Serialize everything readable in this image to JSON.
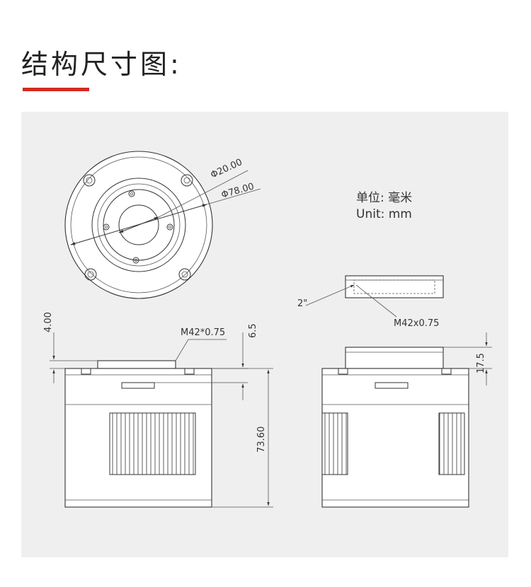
{
  "title": "结构尺寸图:",
  "colors": {
    "accent": "#d42a22",
    "panel": "#efefef",
    "line": "#333333"
  },
  "unit": {
    "cn": "单位: 毫米",
    "en": "Unit: mm"
  },
  "dimensions": {
    "inner_diameter": "Φ20.00",
    "outer_diameter": "Φ78.00",
    "thread_left": "M42*0.75",
    "height_4": "4.00",
    "height_6_5": "6.5",
    "body_height": "73.60",
    "adapter_height": "17.5",
    "filter_size": "2\"",
    "thread_adapter": "M42x0.75"
  }
}
